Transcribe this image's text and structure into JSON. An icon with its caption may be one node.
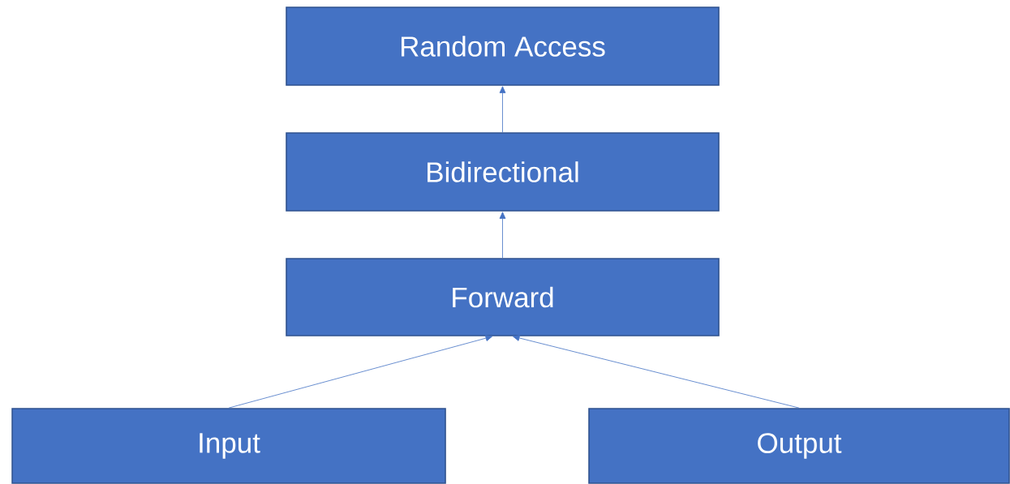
{
  "diagram": {
    "nodes": [
      {
        "text": [
          "Random Access"
        ]
      },
      {
        "text": [
          "Bidirectional"
        ]
      },
      {
        "text": [
          "Forward"
        ]
      },
      {
        "text": [
          "Input"
        ]
      },
      {
        "text": [
          "Output"
        ]
      }
    ],
    "edges": [
      {
        "from": 1,
        "to": 0,
        "arrow": "to"
      },
      {
        "from": 2,
        "to": 1,
        "arrow": "to"
      },
      {
        "from": 3,
        "to": 2,
        "arrow": "to"
      },
      {
        "from": 4,
        "to": 2,
        "arrow": "to"
      }
    ]
  }
}
